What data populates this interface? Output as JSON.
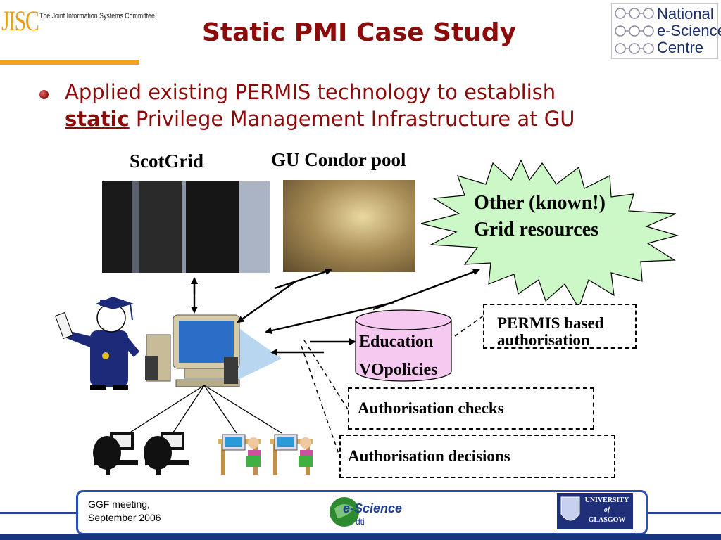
{
  "header": {
    "jisc_logo_text": "JISC",
    "jisc_sub_text": "The Joint Information Systems Committee",
    "title": "Static PMI Case Study",
    "nesc_lines": [
      "National",
      "e-Science",
      "Centre"
    ]
  },
  "bullet": {
    "line1": "Applied existing PERMIS technology to establish",
    "emphasis": "static",
    "line2_rest": " Privilege Management Infrastructure at GU"
  },
  "diagram": {
    "scotgrid_label": "ScotGrid",
    "condor_label": "GU Condor pool",
    "grid_resources_line1": "Other (known!)",
    "grid_resources_line2": "Grid resources",
    "education_label": "Education",
    "vo_policies_label": "VOpolicies",
    "permis_box_line1": "PERMIS based",
    "permis_box_line2": "authorisation",
    "checks_box": "Authorisation checks",
    "decisions_box": "Authorisation decisions"
  },
  "footer": {
    "meeting_line1": "GGF meeting,",
    "meeting_line2": "September 2006",
    "escience_logo_text": "e-Science",
    "escience_sub": "dti",
    "glasgow_line1": "UNIVERSITY",
    "glasgow_line2": "of",
    "glasgow_line3": "GLASGOW"
  },
  "colors": {
    "title": "#8b0b0b",
    "accent_orange": "#f2a21c",
    "footer_blue": "#2c4fb6",
    "starburst_fill": "#ccf7c6",
    "cylinder_fill": "#f6c9f0"
  }
}
